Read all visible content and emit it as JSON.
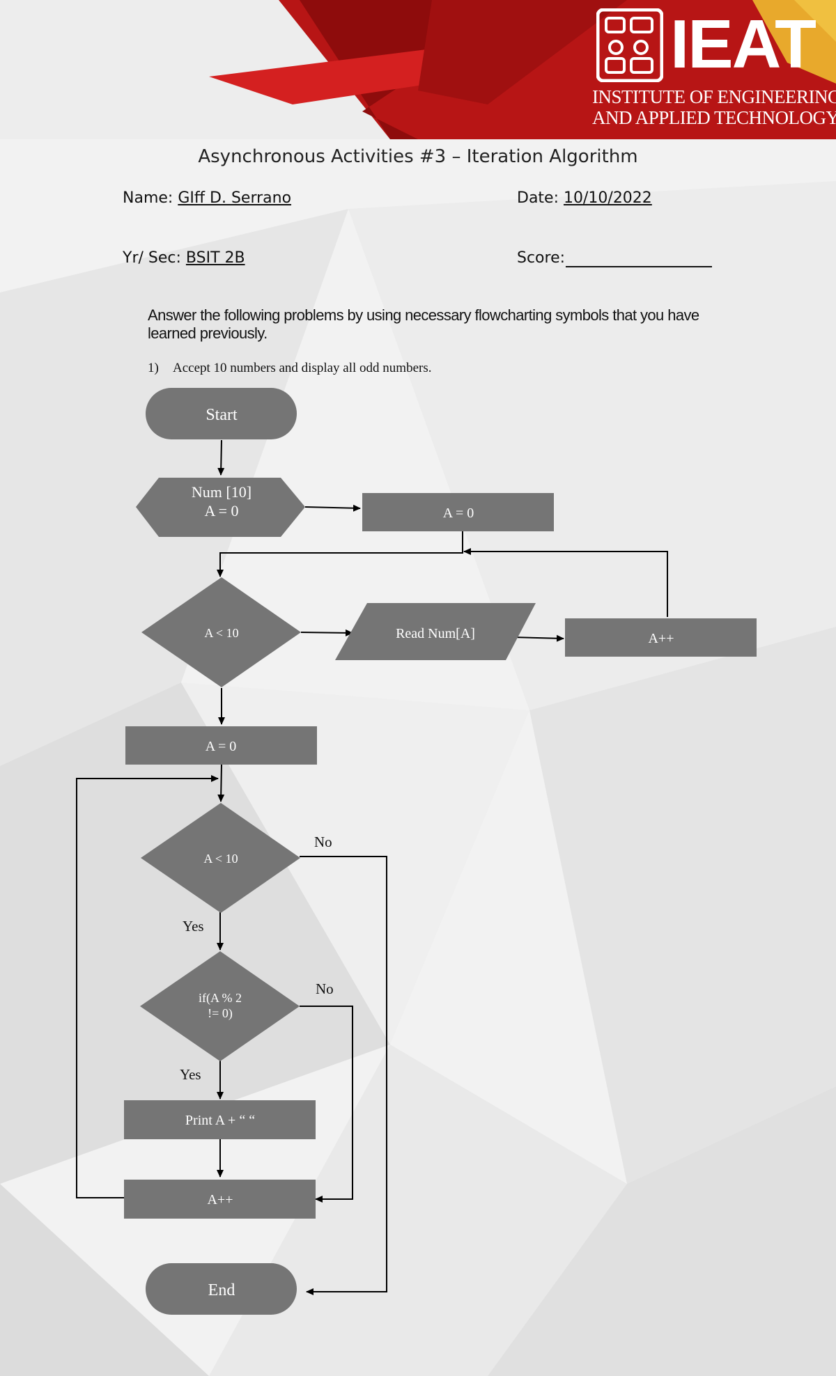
{
  "header": {
    "logo_text": "IEAT",
    "logo_subtitle_line1": "INSTITUTE OF ENGINEERING",
    "logo_subtitle_line2": "AND APPLIED TECHNOLOGY",
    "band_colors": [
      "#c81c1c",
      "#8e0c0c",
      "#e8a92c"
    ]
  },
  "title": "Asynchronous Activities #3 – Iteration Algorithm",
  "fields": {
    "name_label": "Name:",
    "name_value": "GIff D. Serrano",
    "date_label": "Date:",
    "date_value": "10/10/2022",
    "yrsec_label": "Yr/ Sec:",
    "yrsec_value": "BSIT 2B",
    "score_label": "Score:"
  },
  "instructions": "Answer the following problems by using necessary flowcharting symbols that you have learned previously.",
  "problem": {
    "number": "1)",
    "text": "Accept 10 numbers and display all odd numbers."
  },
  "flowchart": {
    "shape_fill": "#757575",
    "text_color": "#ffffff",
    "start": "Start",
    "prep_line1": "Num [10]",
    "prep_line2": "A = 0",
    "init1": "A = 0",
    "cond1": "A < 10",
    "read": "Read Num[A]",
    "inc1": "A++",
    "init2": "A = 0",
    "cond2": "A < 10",
    "cond3_line1": "if(A % 2",
    "cond3_line2": "!= 0)",
    "print": "Print A + “ “",
    "inc2": "A++",
    "end": "End",
    "label_no1": "No",
    "label_yes1": "Yes",
    "label_no2": "No",
    "label_yes2": "Yes"
  }
}
